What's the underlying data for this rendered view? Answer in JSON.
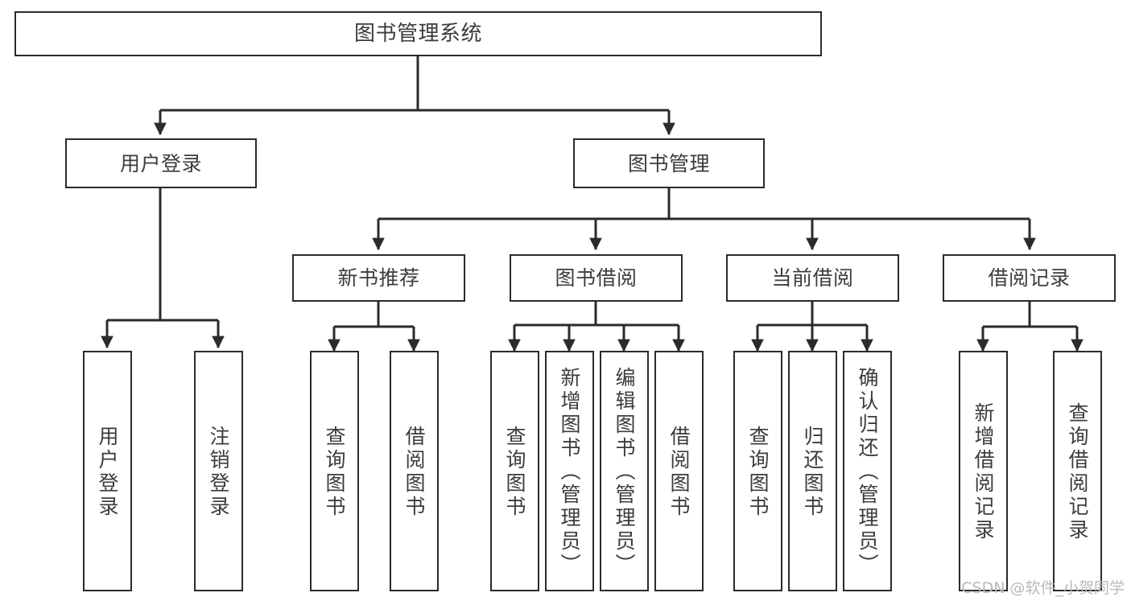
{
  "diagram": {
    "title": "图书管理系统",
    "type": "tree",
    "stroke_color": "#2b2b2b",
    "text_color": "#3c3c3c",
    "background_color": "#ffffff",
    "nodes": {
      "root": {
        "label": "图书管理系统",
        "orientation": "horizontal"
      },
      "level1": [
        {
          "label": "用户登录",
          "orientation": "horizontal"
        },
        {
          "label": "图书管理",
          "orientation": "horizontal"
        }
      ],
      "level2": [
        {
          "label": "新书推荐",
          "orientation": "horizontal"
        },
        {
          "label": "图书借阅",
          "orientation": "horizontal"
        },
        {
          "label": "当前借阅",
          "orientation": "horizontal"
        },
        {
          "label": "借阅记录",
          "orientation": "horizontal"
        }
      ],
      "leaves_user_login": [
        {
          "label": "用户登录",
          "orientation": "vertical"
        },
        {
          "label": "注销登录",
          "orientation": "vertical"
        }
      ],
      "leaves_new_book": [
        {
          "label": "查询图书",
          "orientation": "vertical"
        },
        {
          "label": "借阅图书",
          "orientation": "vertical"
        }
      ],
      "leaves_borrow": [
        {
          "label": "查询图书",
          "orientation": "vertical"
        },
        {
          "label": "新增图书（管理员）",
          "orientation": "vertical"
        },
        {
          "label": "编辑图书（管理员）",
          "orientation": "vertical"
        },
        {
          "label": "借阅图书",
          "orientation": "vertical"
        }
      ],
      "leaves_current": [
        {
          "label": "查询图书",
          "orientation": "vertical"
        },
        {
          "label": "归还图书",
          "orientation": "vertical"
        },
        {
          "label": "确认归还（管理员）",
          "orientation": "vertical"
        }
      ],
      "leaves_records": [
        {
          "label": "新增借阅记录",
          "orientation": "vertical"
        },
        {
          "label": "查询借阅记录",
          "orientation": "vertical"
        }
      ]
    }
  },
  "watermark": {
    "text": "CSDN @软件_小贺同学"
  }
}
